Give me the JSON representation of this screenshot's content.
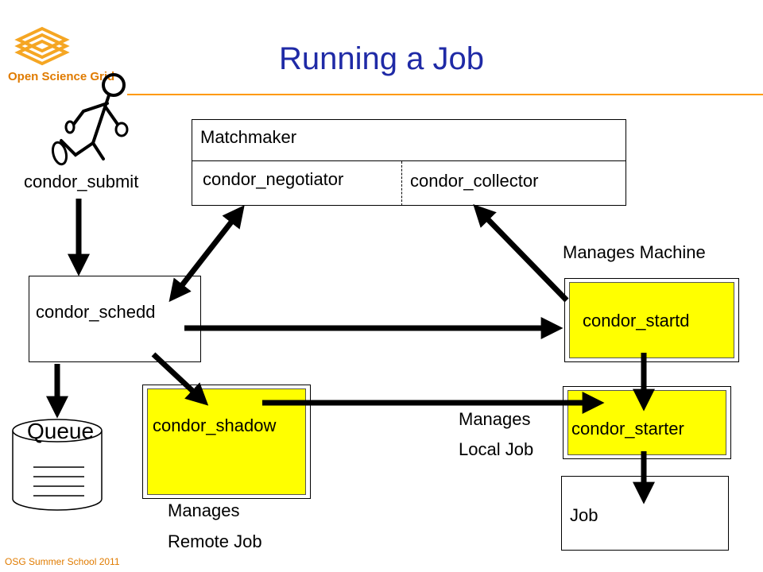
{
  "slide": {
    "title": "Running a Job",
    "footer": "OSG Summer School 2011"
  },
  "logo": {
    "text": "Open Science Grid"
  },
  "matchmaker": {
    "label": "Matchmaker",
    "negotiator": "condor_negotiator",
    "collector": "condor_collector"
  },
  "nodes": {
    "submit": "condor_submit",
    "schedd": "condor_schedd",
    "queue": "Queue",
    "shadow": "condor_shadow",
    "startd": "condor_startd",
    "starter": "condor_starter",
    "job": "Job"
  },
  "notes": {
    "manages_machine": "Manages Machine",
    "manages_local_1": "Manages",
    "manages_local_2": "Local Job",
    "manages_remote_1": "Manages",
    "manages_remote_2": "Remote Job"
  },
  "colors": {
    "title": "#1f2aa6",
    "accent": "#ff9900",
    "highlight": "#ffff00"
  }
}
